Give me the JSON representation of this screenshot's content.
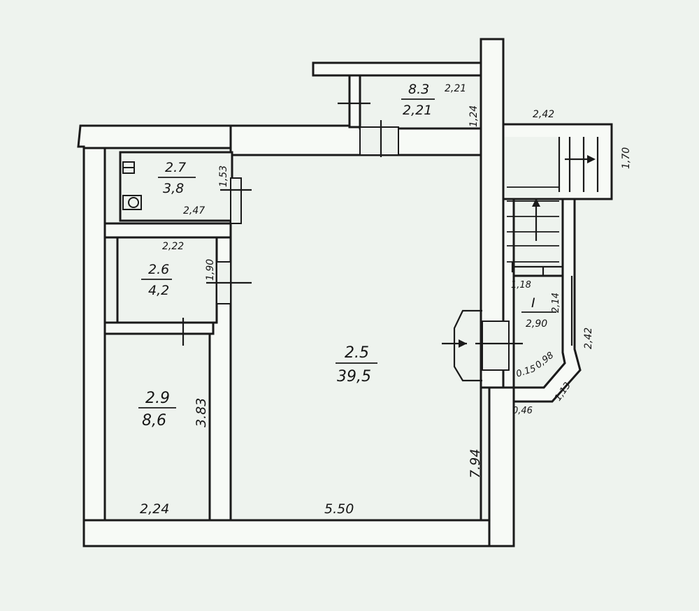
{
  "rooms": {
    "main": {
      "number": "2.5",
      "area": "39,5",
      "width": "5.50",
      "length": "7.94"
    },
    "bedroom": {
      "number": "2.9",
      "area": "8,6",
      "width": "2,24",
      "length": "3.83"
    },
    "pantry": {
      "number": "2.6",
      "area": "4,2",
      "width": "2,22",
      "length": "1,90"
    },
    "bathroom": {
      "number": "2.7",
      "area": "3,8",
      "width": "2,47",
      "length": "1,53"
    },
    "storage": {
      "number": "8.3",
      "area": "2,21",
      "width": "2,21",
      "length": "1,24"
    },
    "hall": {
      "number": "I",
      "area": "2,90",
      "width": "1,18",
      "length": "2,14"
    }
  },
  "dimensions": {
    "stair_width": "2,42",
    "stair_depth": "1,70",
    "hall_side": "2,42",
    "hall_diag": "0,98",
    "hall_diag_2": "0.15",
    "hall_bottom": "1,13",
    "hall_corner": "0,46"
  },
  "colors": {
    "background": "#eef3ee",
    "wall_fill": "#f7faf6",
    "ink": "#1a1a1a"
  },
  "icons": [
    "toilet-icon",
    "sink-icon",
    "door-arrow-icon",
    "stair-arrow-icon"
  ]
}
